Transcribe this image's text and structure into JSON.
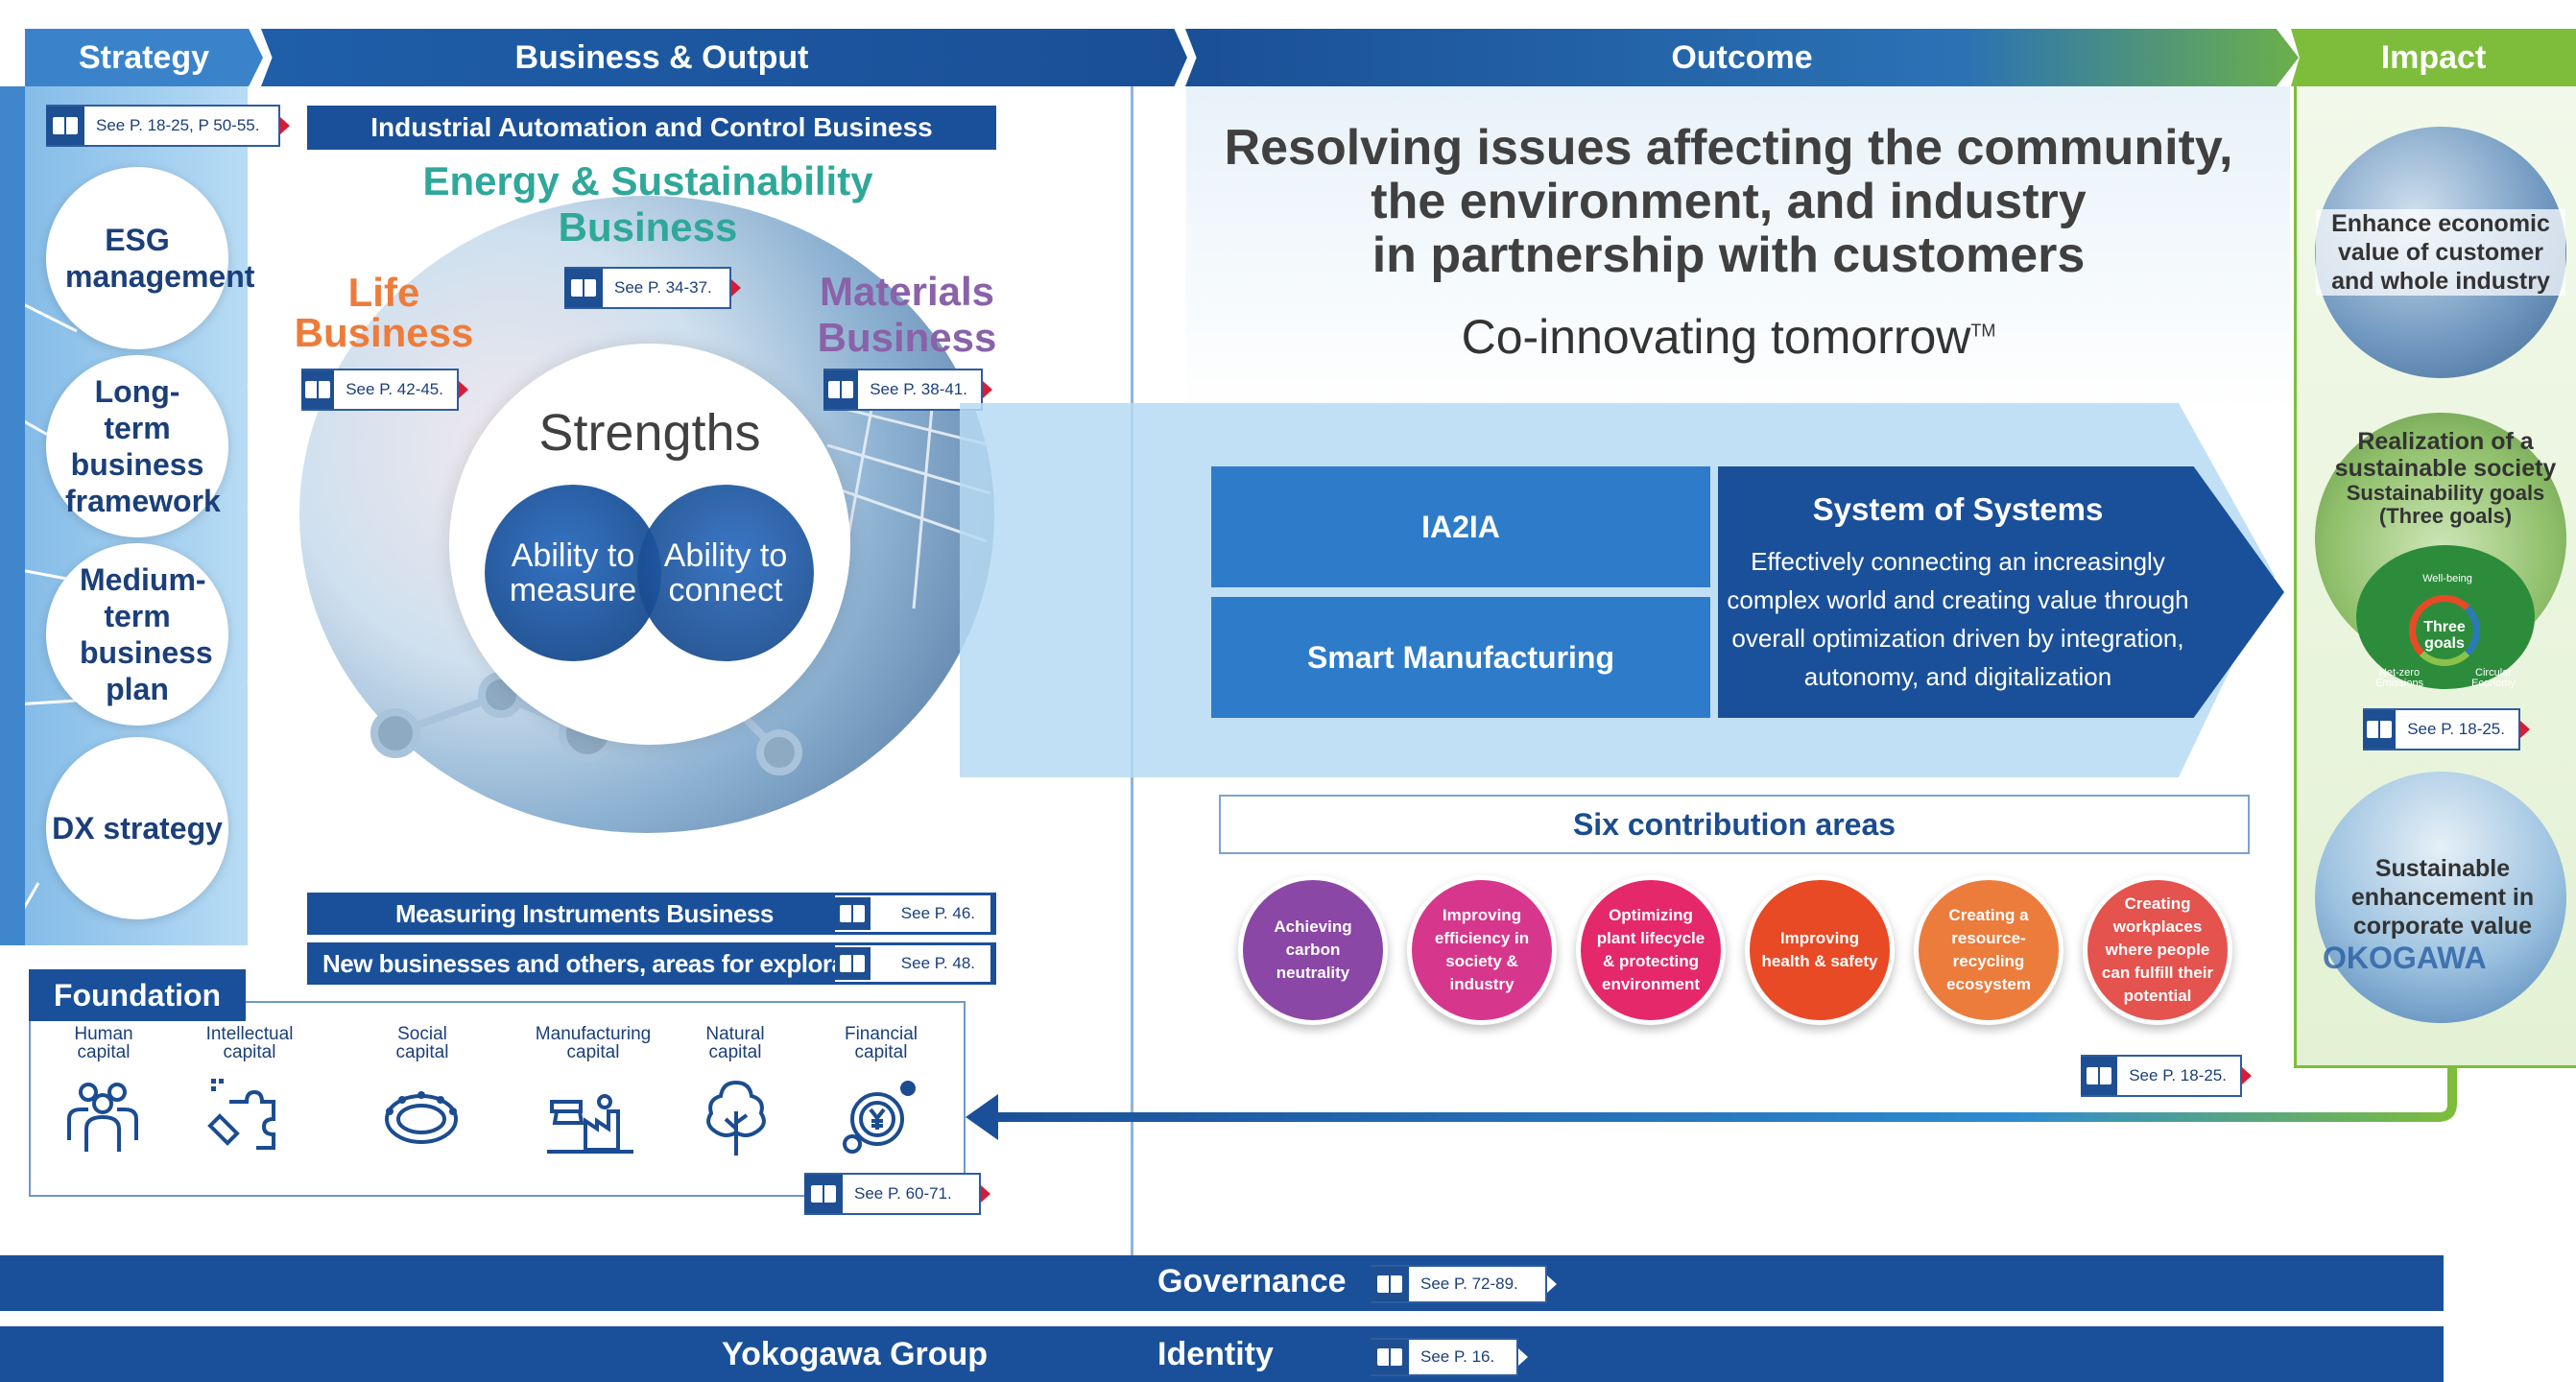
{
  "headers": {
    "strategy": "Strategy",
    "business_output": "Business & Output",
    "outcome": "Outcome",
    "impact": "Impact"
  },
  "strategy": {
    "see_ref": "See P. 18-25, P 50-55.",
    "items": [
      "ESG management",
      "Long-term business framework",
      "Medium-term business plan",
      "DX strategy"
    ]
  },
  "business": {
    "ia_title": "Industrial Automation and Control Business",
    "energy_line1": "Energy & Sustainability",
    "energy_line2": "Business",
    "energy_ref": "See P. 34-37.",
    "life_line1": "Life",
    "life_line2": "Business",
    "life_ref": "See P. 42-45.",
    "materials_line1": "Materials",
    "materials_line2": "Business",
    "materials_ref": "See P. 38-41.",
    "strengths": "Strengths",
    "measure_line1": "Ability to",
    "measure_line2": "measure",
    "connect_line1": "Ability to",
    "connect_line2": "connect",
    "measuring": "Measuring Instruments Business",
    "measuring_ref": "See P. 46.",
    "new_business": "New businesses and others, areas for exploration",
    "new_business_ref": "See P. 48."
  },
  "foundation": {
    "title": "Foundation",
    "capitals": [
      {
        "l1": "Human",
        "l2": "capital",
        "icon": "people-icon"
      },
      {
        "l1": "Intellectual",
        "l2": "capital",
        "icon": "puzzle-icon"
      },
      {
        "l1": "Social",
        "l2": "capital",
        "icon": "circle-people-icon"
      },
      {
        "l1": "Manufacturing",
        "l2": "capital",
        "icon": "factory-icon"
      },
      {
        "l1": "Natural",
        "l2": "capital",
        "icon": "tree-icon"
      },
      {
        "l1": "Financial",
        "l2": "capital",
        "icon": "yen-gear-icon"
      }
    ],
    "see_ref": "See P. 60-71."
  },
  "outcome": {
    "headline1": "Resolving issues affecting the community,",
    "headline2": "the environment, and industry",
    "headline3": "in partnership with customers",
    "tagline": "Co-innovating tomorrow",
    "tm": "TM",
    "ia2ia": "IA2IA",
    "smart_manufacturing": "Smart Manufacturing",
    "sos_title": "System of Systems",
    "sos_desc1": "Effectively connecting an increasingly",
    "sos_desc2": "complex world and creating value through",
    "sos_desc3": "overall optimization driven by integration,",
    "sos_desc4": "autonomy, and digitalization",
    "six_areas_title": "Six contribution areas",
    "areas": [
      {
        "text": "Achieving carbon neutrality",
        "color": "#8b47a5"
      },
      {
        "text": "Improving efficiency in society & industry",
        "color": "#d6378c"
      },
      {
        "text": "Optimizing plant lifecycle & protecting environment",
        "color": "#e5286a"
      },
      {
        "text": "Improving health & safety",
        "color": "#e84a26"
      },
      {
        "text": "Creating a resource-recycling ecosystem",
        "color": "#ec7c3c"
      },
      {
        "text": "Creating workplaces where people can fulfill their potential",
        "color": "#e4534e"
      }
    ],
    "see_ref": "See P. 18-25."
  },
  "impact": {
    "item1": "Enhance economic value of customer and whole industry",
    "item2_l1": "Realization of a",
    "item2_l2": "sustainable society",
    "item2_l3": "Sustainability goals",
    "item2_l4": "(Three goals)",
    "three_goals": "Three goals",
    "wellbeing": "Well-being",
    "netzero": "Net-zero Emissions",
    "circular": "Circular Economy",
    "see_ref": "See P. 18-25.",
    "item3": "Sustainable enhancement in corporate value",
    "logo_text": "OKOGAWA"
  },
  "governance": {
    "label": "Governance",
    "see_ref": "See P. 72-89."
  },
  "identity": {
    "group": "Yokogawa Group",
    "label": "Identity",
    "see_ref": "See P. 16."
  },
  "colors": {
    "navy": "#1a5099",
    "blue": "#2f6fb8",
    "green": "#7dbd3b",
    "lightblue": "#a9d3ef"
  }
}
